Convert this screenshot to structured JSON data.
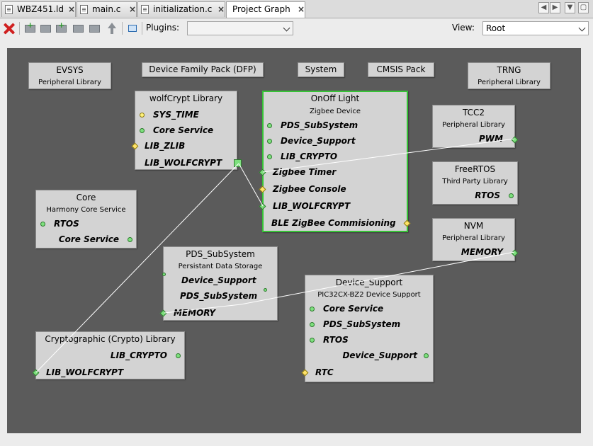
{
  "tabs": [
    {
      "label": "WBZ451.ld",
      "close": "×"
    },
    {
      "label": "main.c",
      "close": "×"
    },
    {
      "label": "initialization.c",
      "close": "×"
    },
    {
      "label": "Project Graph",
      "close": "×"
    }
  ],
  "window_controls": {
    "prev": "◀",
    "next": "▶",
    "menu": "▼",
    "restore": "▢"
  },
  "toolbar": {
    "plugins_label": "Plugins:",
    "plugins_value": "",
    "view_label": "View:",
    "view_value": "Root"
  },
  "nodes": {
    "evsys": {
      "title": "EVSYS",
      "subtitle": "Peripheral Library"
    },
    "dfp": {
      "title": "Device Family Pack (DFP)"
    },
    "system": {
      "title": "System"
    },
    "cmsis": {
      "title": "CMSIS Pack"
    },
    "trng": {
      "title": "TRNG",
      "subtitle": "Peripheral Library"
    },
    "wolfcrypt": {
      "title": "wolfCrypt Library",
      "ports": [
        "SYS_TIME",
        "Core Service",
        "LIB_ZLIB",
        "LIB_WOLFCRYPT"
      ]
    },
    "onoff": {
      "title": "OnOff Light",
      "subtitle": "Zigbee Device",
      "ports": [
        "PDS_SubSystem",
        "Device_Support",
        "LIB_CRYPTO",
        "Zigbee Timer",
        "Zigbee Console",
        "LIB_WOLFCRYPT",
        "BLE ZigBee Commisioning"
      ]
    },
    "tcc2": {
      "title": "TCC2",
      "subtitle": "Peripheral Library",
      "ports": [
        "PWM"
      ]
    },
    "freertos": {
      "title": "FreeRTOS",
      "subtitle": "Third Party Library",
      "ports": [
        "RTOS"
      ]
    },
    "core": {
      "title": "Core",
      "subtitle": "Harmony Core Service",
      "ports": [
        "RTOS",
        "Core Service"
      ]
    },
    "nvm": {
      "title": "NVM",
      "subtitle": "Peripheral Library",
      "ports": [
        "MEMORY"
      ]
    },
    "pds": {
      "title": "PDS_SubSystem",
      "subtitle": "Persistant Data Storage",
      "ports": [
        "Device_Support",
        "PDS_SubSystem",
        "MEMORY"
      ]
    },
    "devsup": {
      "title": "Device_Support",
      "subtitle": "PIC32CX-BZ2 Device Support",
      "ports": [
        "Core Service",
        "PDS_SubSystem",
        "RTOS",
        "Device_Support",
        "RTC"
      ]
    },
    "crypto": {
      "title": "Cryptographic (Crypto) Library",
      "ports": [
        "LIB_CRYPTO",
        "LIB_WOLFCRYPT"
      ]
    }
  }
}
